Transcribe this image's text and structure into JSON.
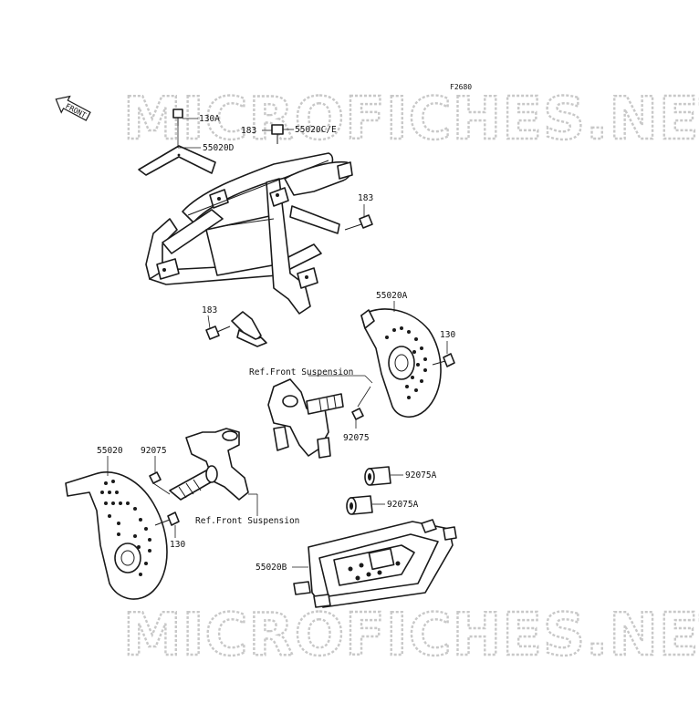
{
  "figure_code": "F2680",
  "front_indicator": "FRONT",
  "watermark": "MICROFICHES.NET",
  "callouts": [
    {
      "id": "c130a",
      "text": "130A"
    },
    {
      "id": "c55020d",
      "text": "55020D"
    },
    {
      "id": "c183a",
      "text": "183"
    },
    {
      "id": "c55020ce",
      "text": "55020C/E"
    },
    {
      "id": "c183b",
      "text": "183"
    },
    {
      "id": "c183c",
      "text": "183"
    },
    {
      "id": "c55020a",
      "text": "55020A"
    },
    {
      "id": "c130b",
      "text": "130"
    },
    {
      "id": "cref1",
      "text": "Ref.Front Suspension"
    },
    {
      "id": "c92075a",
      "text": "92075"
    },
    {
      "id": "c55020",
      "text": "55020"
    },
    {
      "id": "c92075b",
      "text": "92075"
    },
    {
      "id": "c92075A1",
      "text": "92075A"
    },
    {
      "id": "c92075A2",
      "text": "92075A"
    },
    {
      "id": "cref2",
      "text": "Ref.Front Suspension"
    },
    {
      "id": "c130c",
      "text": "130"
    },
    {
      "id": "c55020b",
      "text": "55020B"
    }
  ]
}
